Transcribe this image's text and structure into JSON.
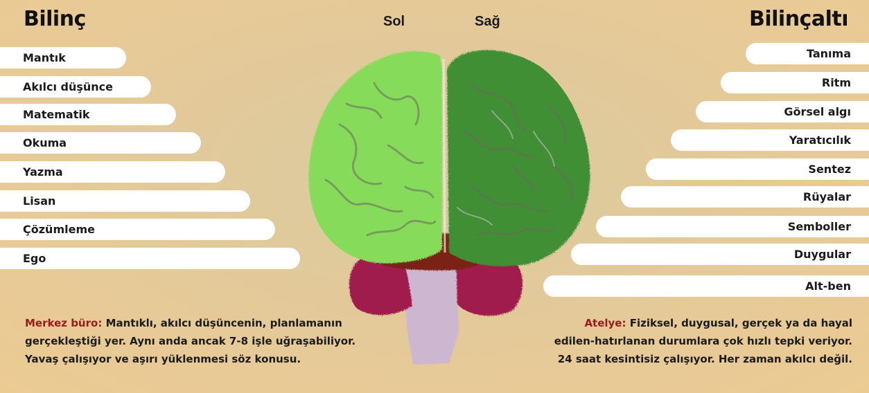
{
  "left": {
    "title": "Bilinç",
    "items": [
      "Mantık",
      "Akılcı düşünce",
      "Matematik",
      "Okuma",
      "Yazma",
      "Lisan",
      "Çözümleme",
      "Ego"
    ],
    "desc_label": "Merkez büro:",
    "desc_lines": [
      "Mantıklı, akılcı düşüncenin, planlamanın",
      "gerçekleştiği yer. Aynı anda ancak 7-8 işle uğraşabiliyor.",
      "Yavaş çalışıyor ve aşırı yüklenmesi söz konusu."
    ]
  },
  "right": {
    "title": "Bilinçaltı",
    "items": [
      "Tanıma",
      "Ritm",
      "Görsel algı",
      "Yaratıcılık",
      "Sentez",
      "Rüyalar",
      "Semboller",
      "Duygular",
      "Alt-ben"
    ],
    "desc_label": "Atelye:",
    "desc_lines": [
      "Fiziksel, duygusal, gerçek ya da hayal",
      "edilen-hatırlanan durumlara çok hızlı tepki veriyor.",
      "24 saat kesintisiz çalışıyor. Her zaman akılcı değil."
    ]
  },
  "brain": {
    "left_label": "Sol",
    "right_label": "Sağ",
    "colors": {
      "left_hemisphere": "#86dc5a",
      "right_hemisphere": "#3f8f35",
      "midbrain": "#7a2418",
      "cerebellum": "#a01a4e",
      "stem": "#cdb6cf"
    }
  }
}
